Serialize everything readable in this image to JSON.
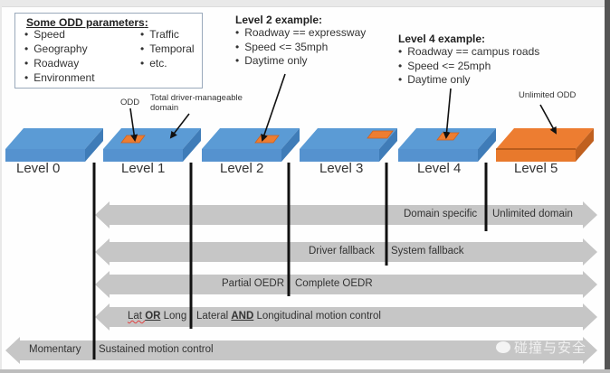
{
  "odd_box": {
    "title": "Some ODD parameters",
    "title_suffix": ":",
    "col1": [
      "Speed",
      "Geography",
      "Roadway",
      "Environment"
    ],
    "col2": [
      "Traffic",
      "Temporal",
      "etc."
    ]
  },
  "level2_example": {
    "title": "Level 2 example:",
    "items": [
      "Roadway == expressway",
      "Speed <= 35mph",
      "Daytime only"
    ]
  },
  "level4_example": {
    "title": "Level 4 example:",
    "items": [
      "Roadway == campus roads",
      "Speed <= 25mph",
      "Daytime only"
    ]
  },
  "annotations": {
    "odd": "ODD",
    "total_domain_line1": "Total driver-manageable",
    "total_domain_line2": "domain",
    "unlimited_odd": "Unlimited ODD"
  },
  "levels": [
    "Level 0",
    "Level 1",
    "Level 2",
    "Level 3",
    "Level 4",
    "Level 5"
  ],
  "arrows": [
    {
      "left": "Domain specific",
      "right": "Unlimited domain"
    },
    {
      "left": "Driver fallback",
      "right": "System fallback"
    },
    {
      "left": "Partial OEDR",
      "right": "Complete OEDR"
    },
    {
      "left_pre": "Lat ",
      "left_em": "OR",
      "left_post": " Long",
      "right_pre": "Lateral ",
      "right_em": "AND",
      "right_post": " Longitudinal motion control"
    },
    {
      "left": "Momentary",
      "right": "Sustained motion control"
    }
  ],
  "colors": {
    "platform_top": "#5b9bd5",
    "platform_side": "#3f7cb8",
    "odd_orange": "#ed7d31",
    "arrow_gray": "#c6c6c6",
    "divider": "#111111"
  },
  "watermark": {
    "icon": "wechat-icon",
    "text": "碰撞与安全"
  }
}
